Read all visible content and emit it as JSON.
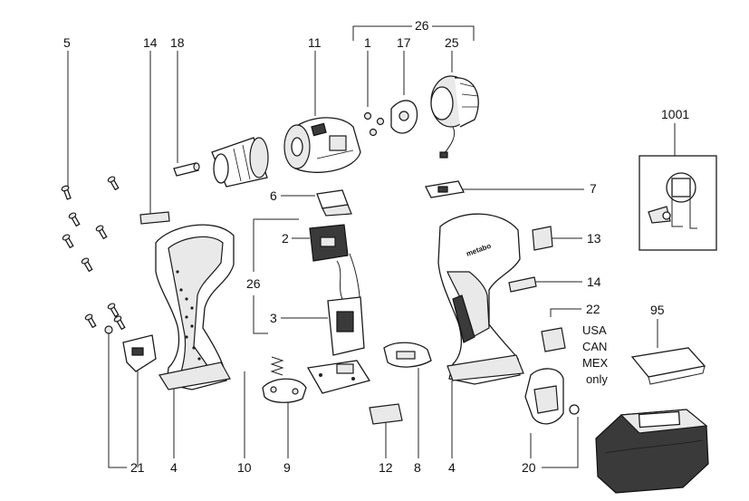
{
  "callouts": {
    "c5": "5",
    "c14a": "14",
    "c18": "18",
    "c11": "11",
    "c26a": "26",
    "c1": "1",
    "c17": "17",
    "c25": "25",
    "c1001": "1001",
    "c6": "6",
    "c7": "7",
    "c2": "2",
    "c26b": "26",
    "c13": "13",
    "c14b": "14",
    "c3": "3",
    "c22": "22",
    "c95": "95",
    "c21": "21",
    "c4a": "4",
    "c10": "10",
    "c9": "9",
    "c12": "12",
    "c8": "8",
    "c4b": "4",
    "c20": "20"
  },
  "region_note": [
    "USA",
    "CAN",
    "MEX",
    "only"
  ],
  "housing_brand": "metabo"
}
